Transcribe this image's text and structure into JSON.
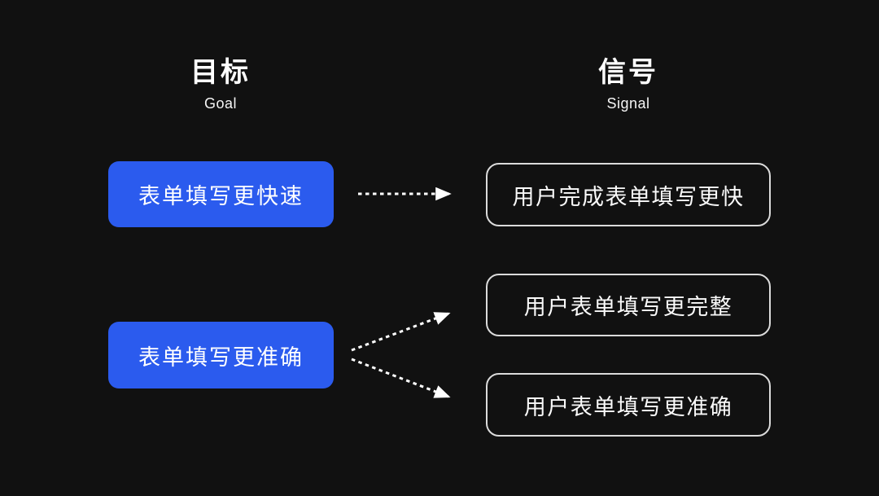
{
  "diagram": {
    "type": "goal-signal-mapping",
    "background_color": "#111111",
    "goal_card_color": "#2B5BEE",
    "signal_card_border_color": "#DBDBDB",
    "arrow_color": "#FFFFFF",
    "text_color": "#FFFFFF"
  },
  "columns": {
    "goal": {
      "title_zh": "目标",
      "title_en": "Goal"
    },
    "signal": {
      "title_zh": "信号",
      "title_en": "Signal"
    }
  },
  "goals": [
    {
      "id": "goal-1",
      "label": "表单填写更快速"
    },
    {
      "id": "goal-2",
      "label": "表单填写更准确"
    }
  ],
  "signals": [
    {
      "id": "signal-1",
      "label": "用户完成表单填写更快"
    },
    {
      "id": "signal-2",
      "label": "用户表单填写更完整"
    },
    {
      "id": "signal-3",
      "label": "用户表单填写更准确"
    }
  ],
  "connections": [
    {
      "from": "goal-1",
      "to": "signal-1"
    },
    {
      "from": "goal-2",
      "to": "signal-2"
    },
    {
      "from": "goal-2",
      "to": "signal-3"
    }
  ]
}
